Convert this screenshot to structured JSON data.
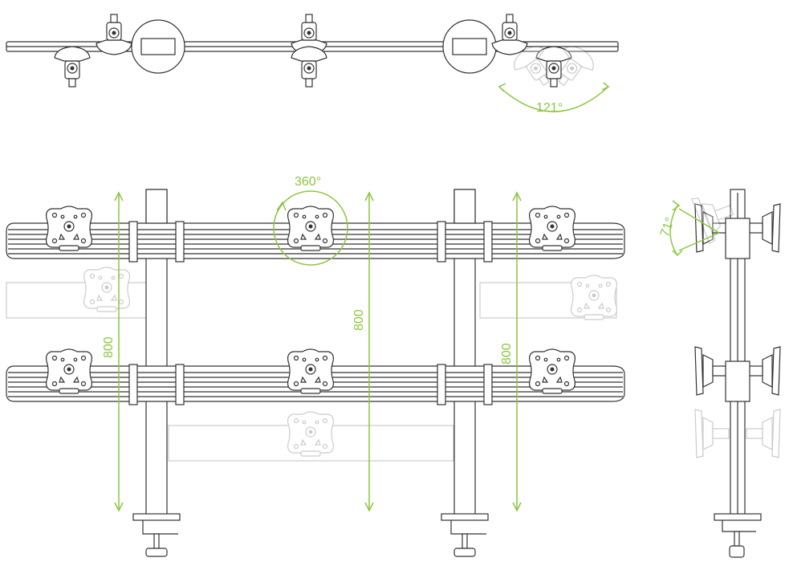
{
  "colors": {
    "dimension": "#8cc63f",
    "line": "#333333"
  },
  "top_view": {
    "angle_label": "121°"
  },
  "front_view": {
    "rotation_label": "360°",
    "dim_left": "800",
    "dim_center": "800",
    "dim_right": "800"
  },
  "side_view": {
    "tilt_label": "71°"
  }
}
